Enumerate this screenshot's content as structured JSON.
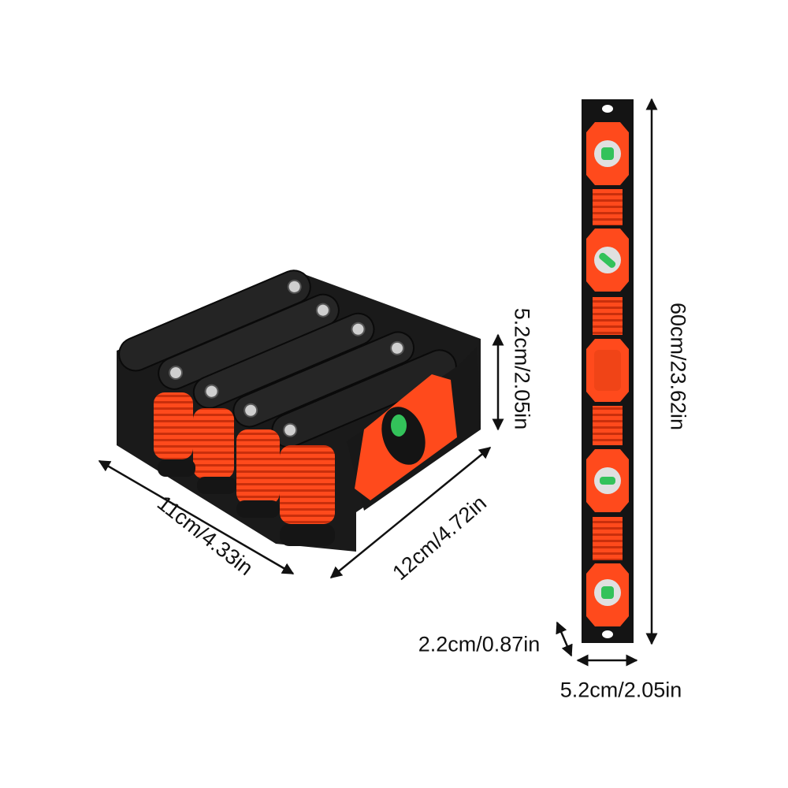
{
  "dimensions": {
    "folded_width": "11cm/4.33in",
    "folded_length": "12cm/4.72in",
    "folded_height": "5.2cm/2.05in",
    "unfolded_length": "60cm/23.62in",
    "thickness": "2.2cm/0.87in",
    "unfolded_width": "5.2cm/2.05in"
  },
  "colors": {
    "body": "#1b1b1b",
    "accent": "#ff4a1c",
    "vial": "#33c25a"
  }
}
